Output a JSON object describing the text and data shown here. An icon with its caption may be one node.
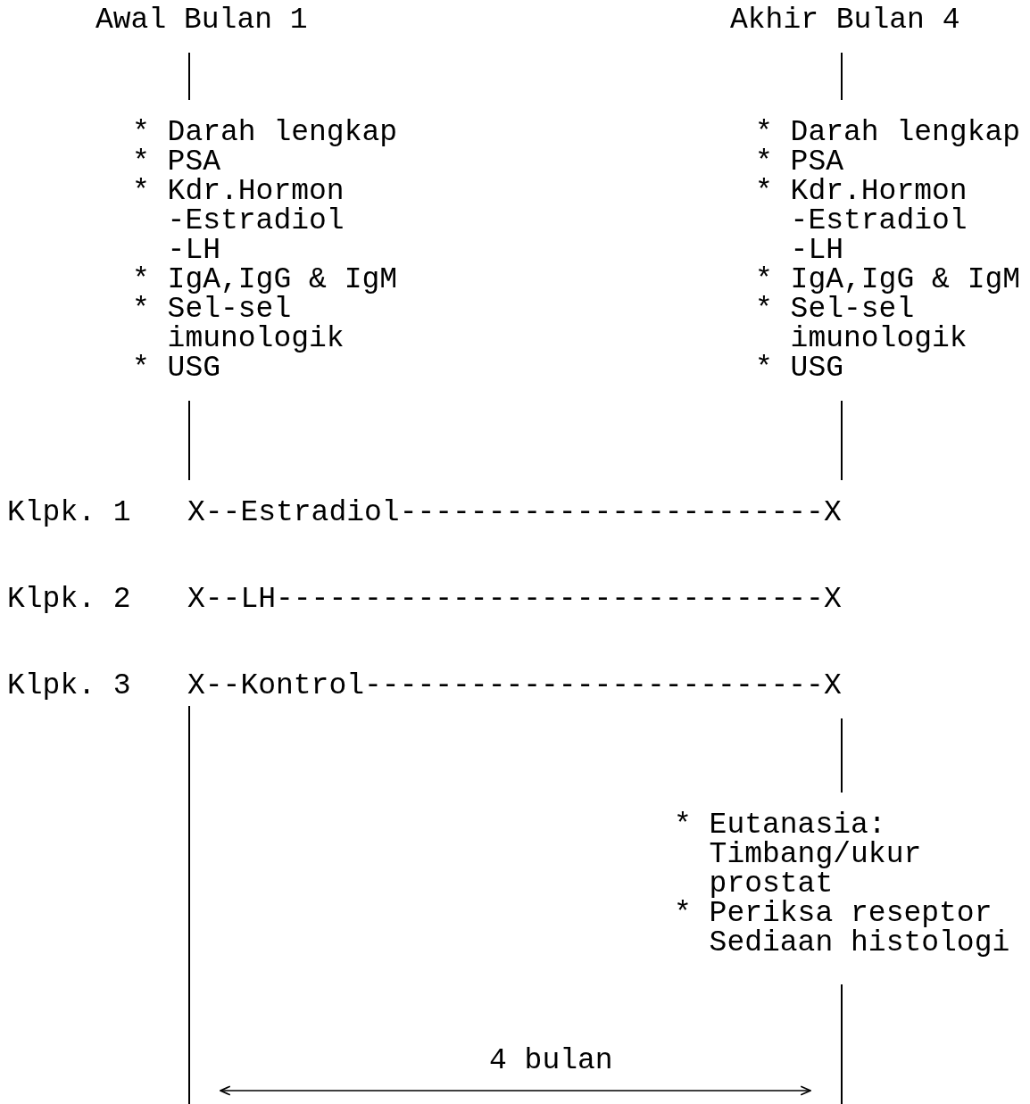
{
  "diagram": {
    "nodes": [
      {
        "text": [
          "Awal Bulan 1"
        ]
      },
      {
        "text": [
          "Akhir Bulan 4"
        ]
      },
      {
        "text": [
          "* Darah lengkap",
          "* PSA",
          "* Kdr.Hormon -Estradiol -LH",
          "* IgA,IgG & IgM",
          "* Sel-sel imunologik",
          "* USG"
        ]
      },
      {
        "text": [
          "* Darah lengkap",
          "* PSA",
          "* Kdr.Hormon -Estradiol -LH",
          "* IgA,IgG & IgM",
          "* Sel-sel imunologik",
          "* USG"
        ]
      },
      {
        "text": [
          "X--Estradiol------------------------X"
        ]
      },
      {
        "text": [
          "X--LH-------------------------------X"
        ]
      },
      {
        "text": [
          "X--Kontrol--------------------------X"
        ]
      },
      {
        "text": [
          "* Eutanasia: Timbang/ukur prostat",
          "* Periksa reseptor Sediaan histologi"
        ]
      }
    ],
    "edges": [
      {
        "from": 0,
        "to": 2,
        "arrow": "none"
      },
      {
        "from": 1,
        "to": 3,
        "arrow": "none"
      },
      {
        "from": 2,
        "to": 4,
        "arrow": "none"
      },
      {
        "from": 3,
        "to": 4,
        "arrow": "none"
      },
      {
        "from": 6,
        "to": null,
        "arrow": "none"
      },
      {
        "from": 6,
        "to": 7,
        "arrow": "none"
      },
      {
        "from": 7,
        "to": null,
        "arrow": "none"
      }
    ],
    "labels": [
      "Klpk. 1",
      "Klpk. 2",
      "Klpk. 3",
      "4 bulan"
    ]
  }
}
